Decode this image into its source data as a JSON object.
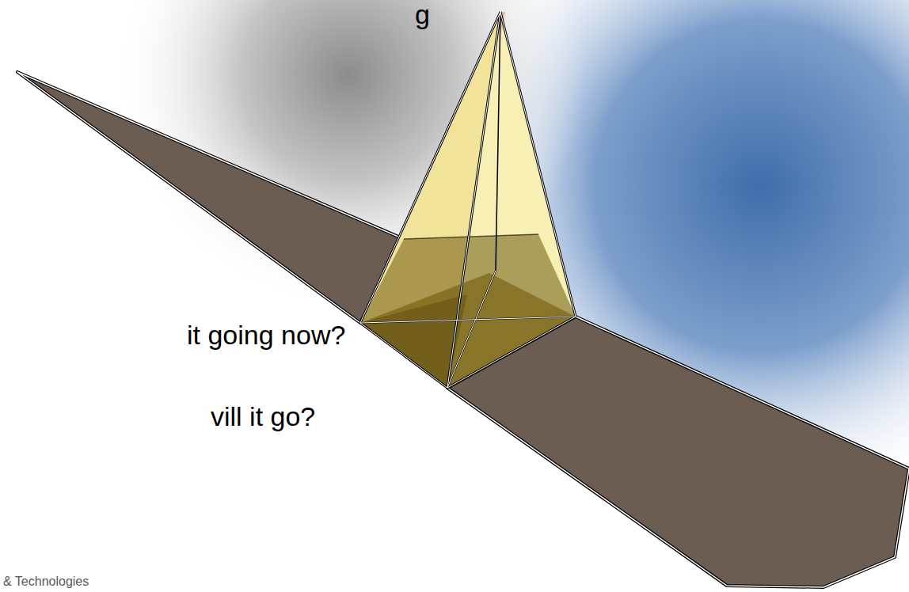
{
  "diagram": {
    "labels": [
      "g",
      "it going now?",
      "vill it go?",
      "& Technologies"
    ]
  }
}
